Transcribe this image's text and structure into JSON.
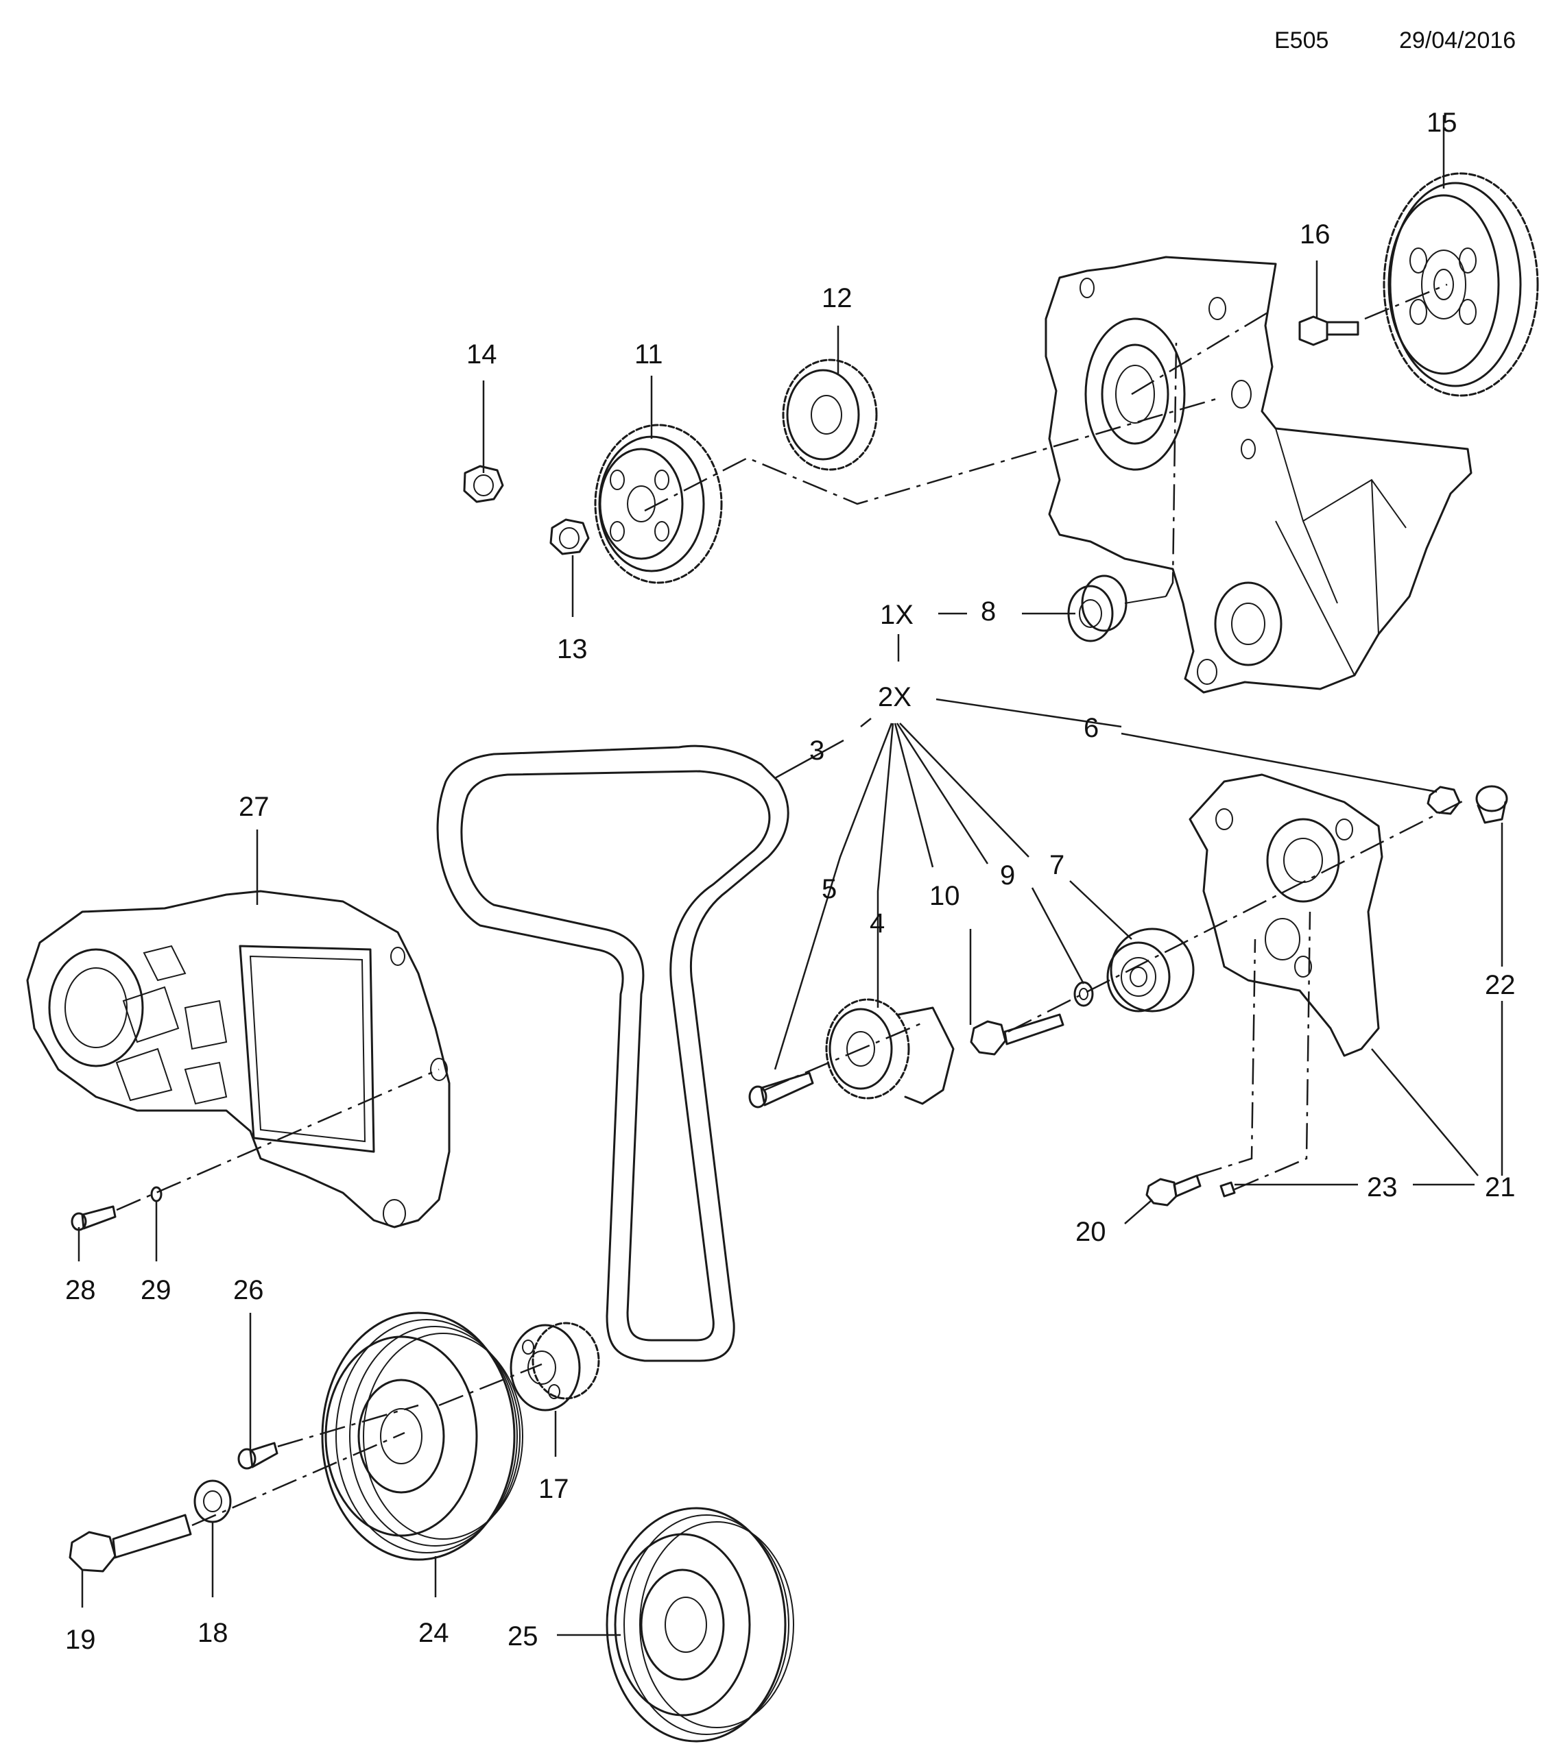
{
  "header": {
    "code": "E505",
    "date": "29/04/2016"
  },
  "callouts": {
    "c1x": "1X",
    "c2x": "2X",
    "c3": "3",
    "c4": "4",
    "c5": "5",
    "c6": "6",
    "c7": "7",
    "c8": "8",
    "c9": "9",
    "c10": "10",
    "c11": "11",
    "c12": "12",
    "c13": "13",
    "c14": "14",
    "c15": "15",
    "c16": "16",
    "c17": "17",
    "c18": "18",
    "c19": "19",
    "c20": "20",
    "c21": "21",
    "c22": "22",
    "c23": "23",
    "c24": "24",
    "c25": "25",
    "c26": "26",
    "c27": "27",
    "c28": "28",
    "c29": "29"
  }
}
